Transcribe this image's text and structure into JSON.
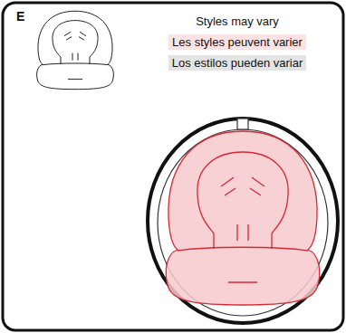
{
  "diagram": {
    "labels": [
      "E",
      "Styles may vary",
      "Les styles peuvent varier",
      "Los estilos pueden variar"
    ]
  }
}
